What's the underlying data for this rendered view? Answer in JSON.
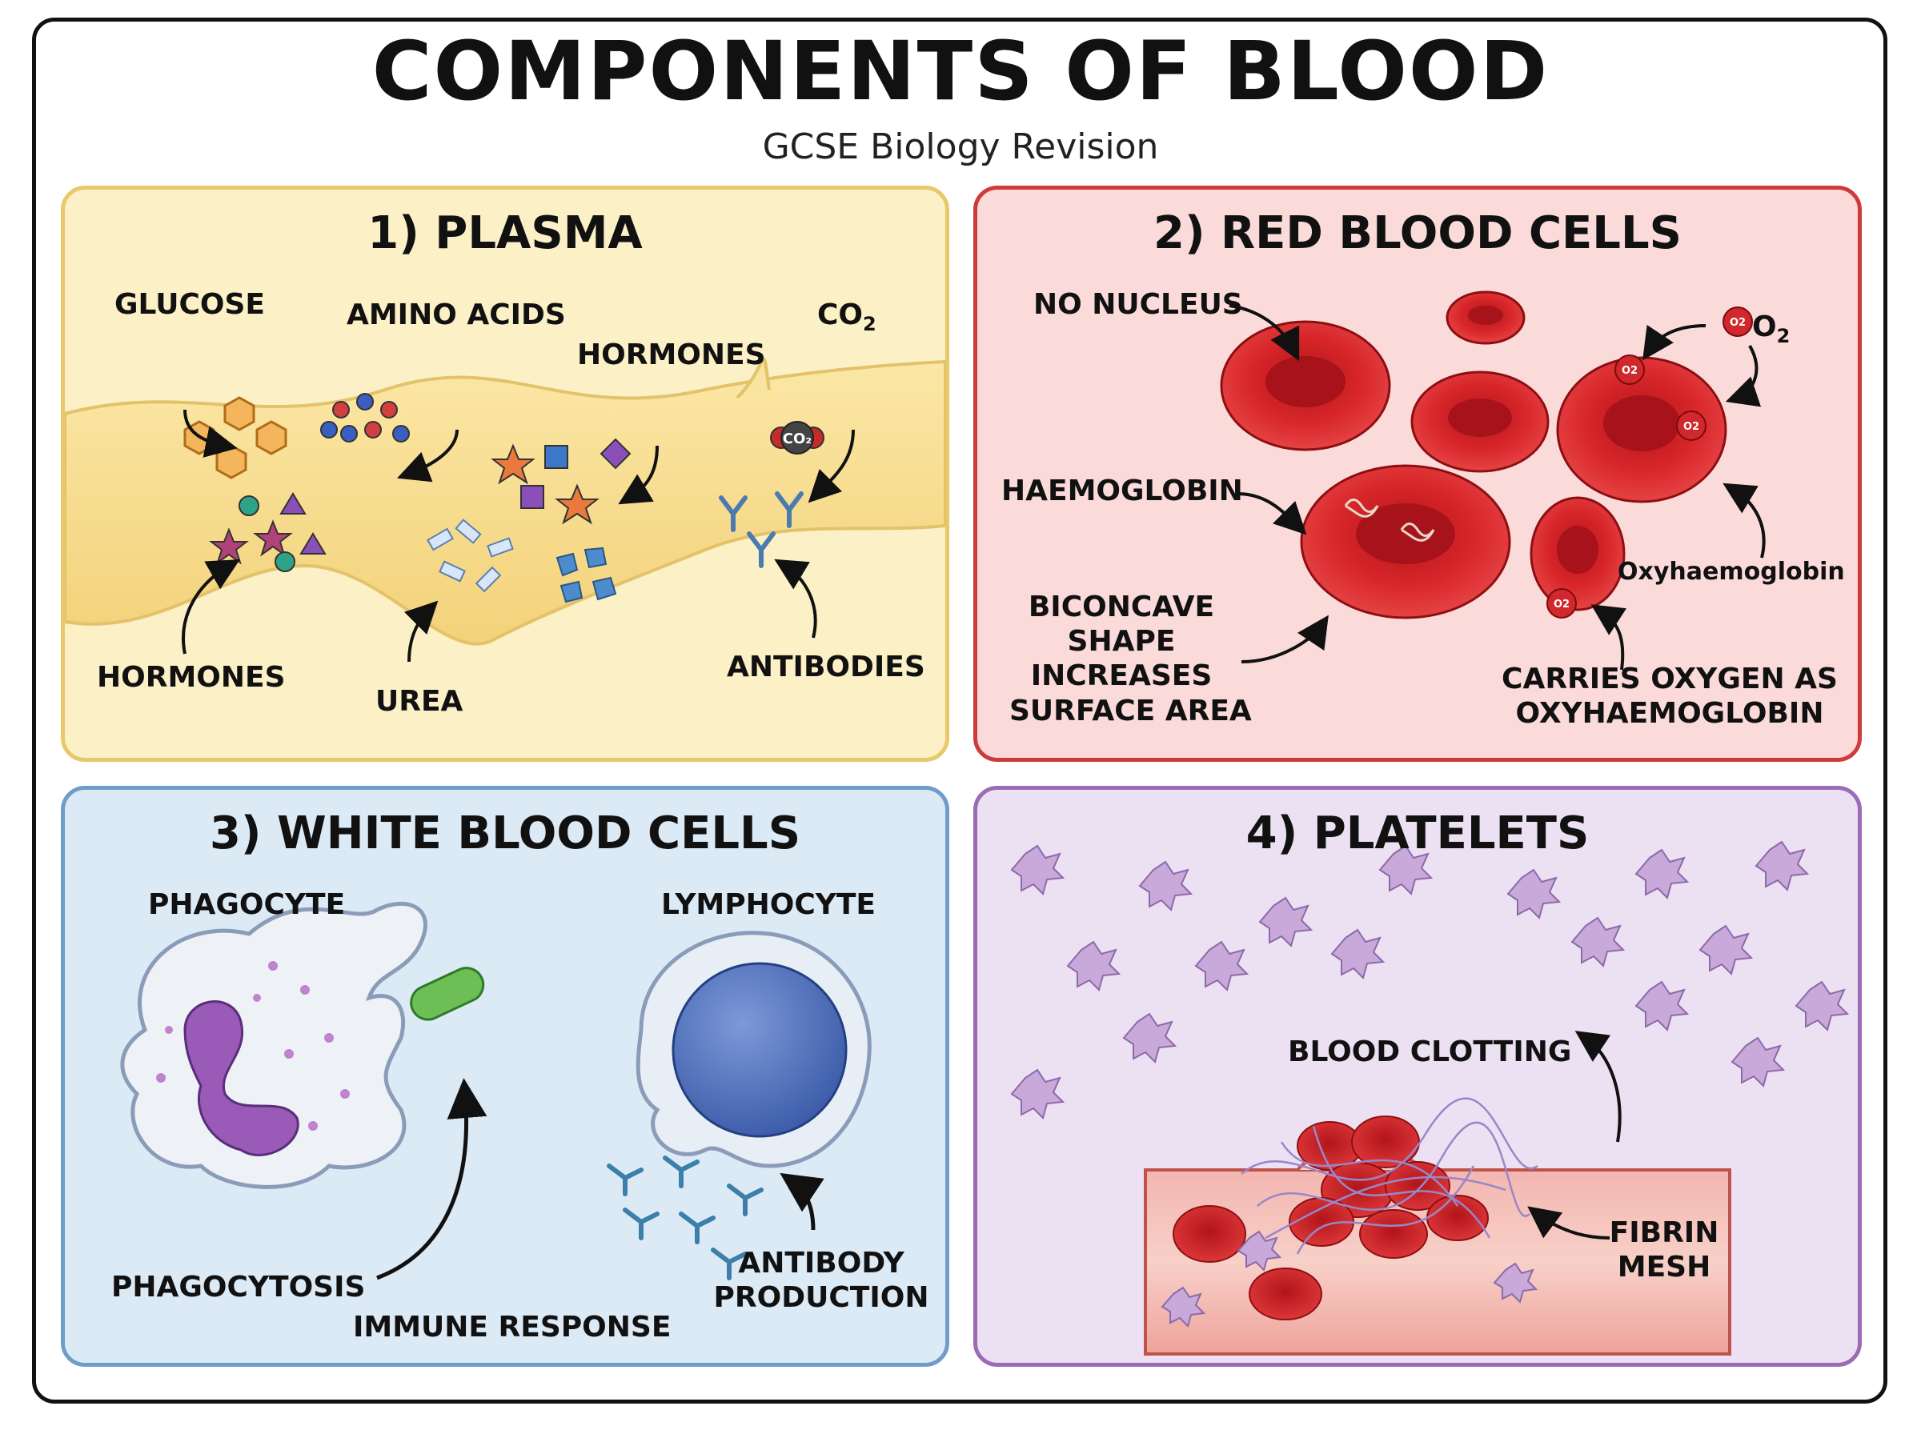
{
  "title": "COMPONENTS OF BLOOD",
  "subtitle": "GCSE Biology Revision",
  "panels": {
    "plasma": {
      "title": "1) PLASMA",
      "labels": {
        "glucose": "GLUCOSE",
        "amino_acids": "AMINO ACIDS",
        "hormones_top": "HORMONES",
        "co2": "CO",
        "co2_sub": "2",
        "hormones_bottom": "HORMONES",
        "urea": "UREA",
        "antibodies": "ANTIBODIES"
      }
    },
    "red_blood_cells": {
      "title": "2) RED BLOOD CELLS",
      "labels": {
        "no_nucleus": "NO NUCLEUS",
        "o2": "O",
        "o2_sub": "2",
        "haemoglobin": "HAEMOGLOBIN",
        "oxyhaemoglobin": "Oxyhaemoglobin",
        "biconcave": [
          "BICONCAVE",
          "SHAPE",
          "INCREASES",
          "SURFACE AREA"
        ],
        "carries_oxygen": [
          "CARRIES OXYGEN AS",
          "OXYHAEMOGLOBIN"
        ],
        "o2_bubble": "O2"
      }
    },
    "white_blood_cells": {
      "title": "3) WHITE BLOOD CELLS",
      "labels": {
        "phagocyte": "PHAGOCYTE",
        "lymphocyte": "LYMPHOCYTE",
        "phagocytosis": "PHAGOCYTOSIS",
        "immune_response": "IMMUNE RESPONSE",
        "antibody_production": [
          "ANTIBODY",
          "PRODUCTION"
        ]
      }
    },
    "platelets": {
      "title": "4) PLATELETS",
      "labels": {
        "blood_clotting": "BLOOD CLOTTING",
        "fibrin_mesh": [
          "FIBRIN",
          "MESH"
        ]
      }
    }
  },
  "colors": {
    "plasma_bg": "#fbf0c6",
    "rbc_bg": "#fbdada",
    "wbc_bg": "#dceaf6",
    "platelet_bg": "#ece0f3",
    "red_cell": "#d8262a",
    "platelet": "#c9a9d9"
  }
}
